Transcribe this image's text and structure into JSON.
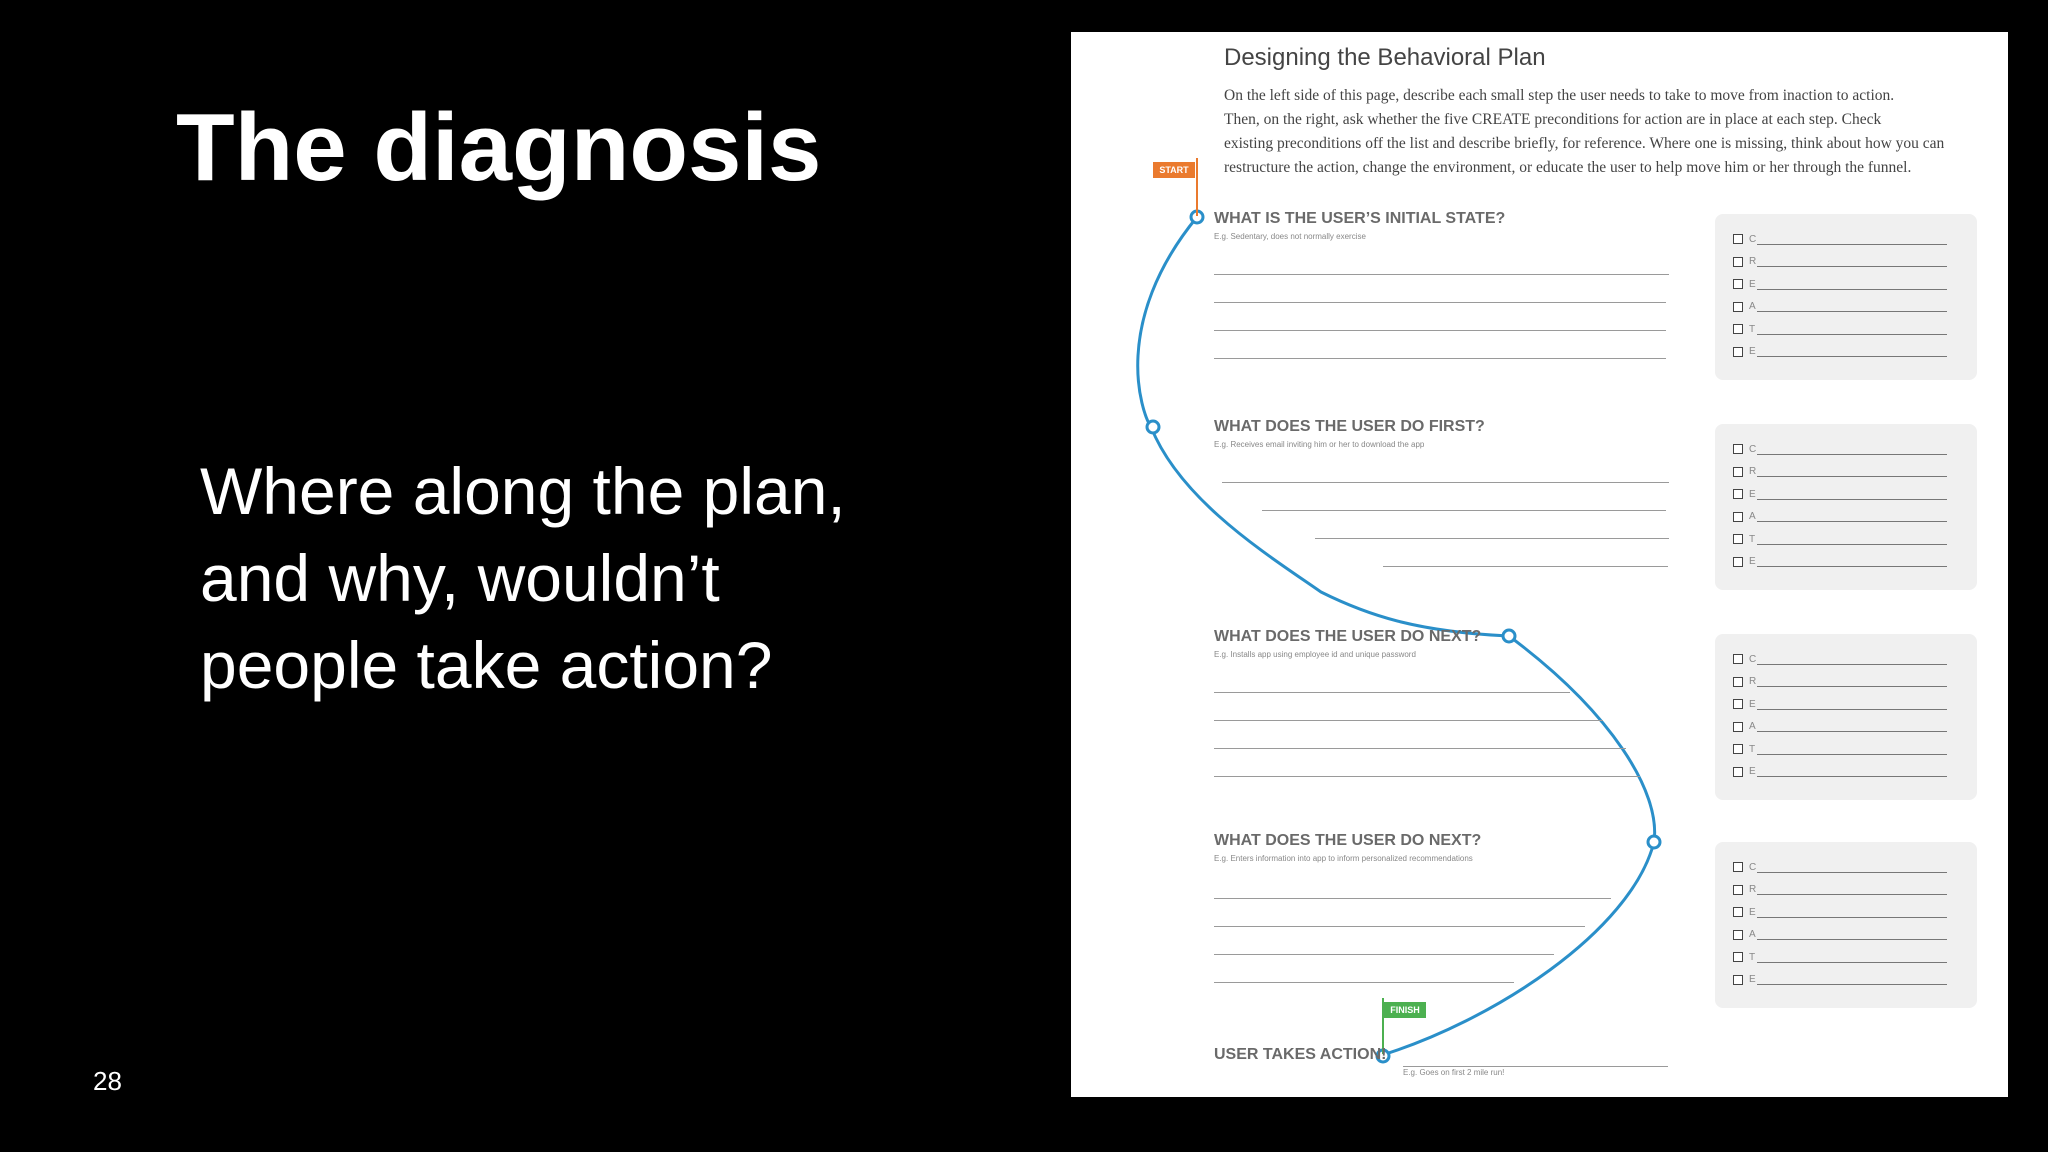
{
  "slide": {
    "title": "The diagnosis",
    "body_lines": [
      "Where along the plan,",
      "and why, wouldn’t",
      "people take action?"
    ],
    "page_number": "28"
  },
  "worksheet": {
    "title": "Designing the Behavioral Plan",
    "intro_lines": [
      "On the left side of this page, describe each small step the user needs to take to move from inaction to action.",
      "Then, on the right, ask whether the five CREATE preconditions for action are in place at each step. Check",
      "existing preconditions off the list and describe briefly, for reference. Where one is missing, think about how you can",
      "restructure the action, change the environment, or educate the user to help move him or her through the funnel."
    ],
    "start_flag": "START",
    "finish_flag": "FINISH",
    "steps": [
      {
        "question": "WHAT IS THE USER’S INITIAL STATE?",
        "example": "E.g. Sedentary, does not normally exercise"
      },
      {
        "question": "WHAT DOES THE USER DO FIRST?",
        "example": "E.g. Receives email inviting him or her to download the app"
      },
      {
        "question": "WHAT DOES THE USER DO NEXT?",
        "example": "E.g. Installs app using employee id and unique password"
      },
      {
        "question": "WHAT DOES THE USER DO NEXT?",
        "example": "E.g. Enters information into app to inform personalized recommendations"
      }
    ],
    "final_step": {
      "label": "USER TAKES ACTION!",
      "example": "E.g. Goes on first 2 mile run!"
    },
    "create_letters": [
      "C",
      "R",
      "E",
      "A",
      "T",
      "E"
    ],
    "colors": {
      "route": "#2a8fc9",
      "start_flag": "#ea7a2e",
      "finish_flag": "#4cb050"
    }
  }
}
